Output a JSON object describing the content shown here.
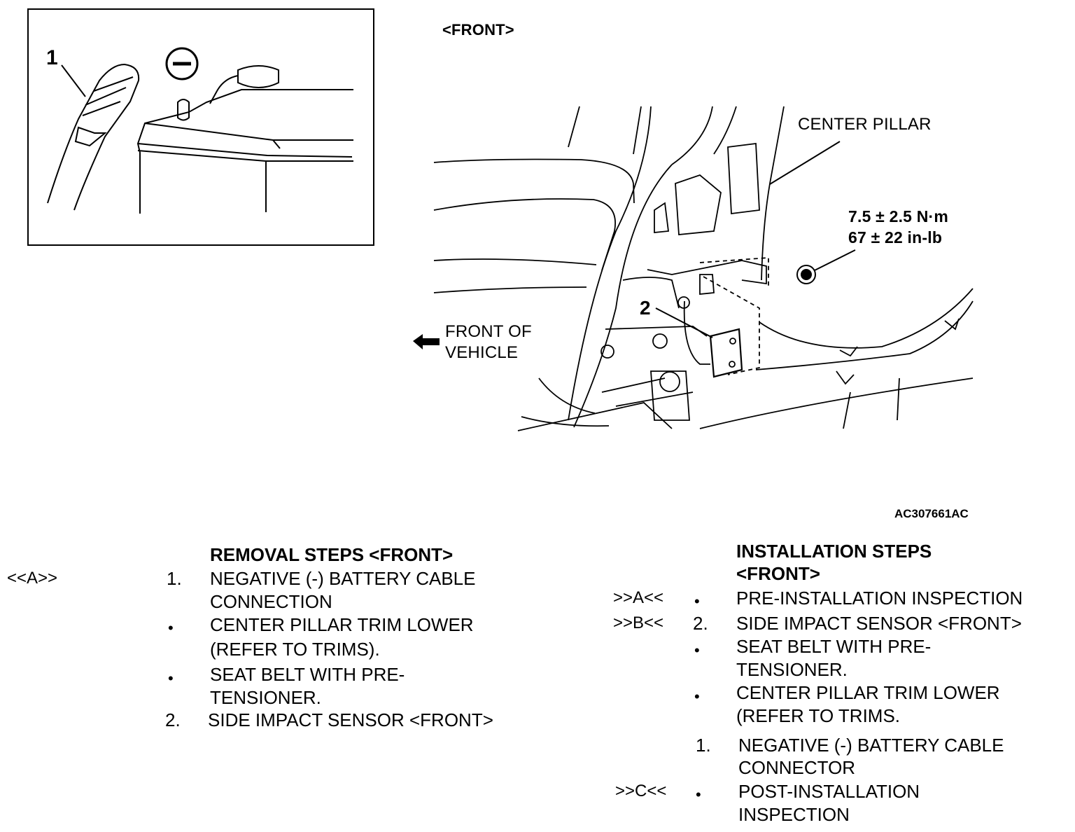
{
  "figure_id": "AC307661AC",
  "view_label": "<FRONT>",
  "inset": {
    "callout_number": "1",
    "symbol": "minus-circle-icon"
  },
  "diagram": {
    "center_pillar_label": "CENTER PILLAR",
    "torque_nm": "7.5 ± 2.5 N·m",
    "torque_inlb": "67 ± 22 in-lb",
    "callout_number": "2",
    "front_of_vehicle_line1": "FRONT OF",
    "front_of_vehicle_line2": "VEHICLE",
    "arrow_icon": "left-arrow-icon"
  },
  "removal": {
    "title": "REMOVAL STEPS <FRONT>",
    "code_a": "<<A>>",
    "steps": [
      {
        "marker": "1.",
        "line1": "NEGATIVE (-) BATTERY CABLE",
        "line2": "CONNECTION"
      },
      {
        "marker": "•",
        "line1": "CENTER PILLAR TRIM LOWER",
        "line2": "(REFER TO TRIMS)."
      },
      {
        "marker": "•",
        "line1": "SEAT BELT WITH PRE-",
        "line2": "TENSIONER."
      },
      {
        "marker": "2.",
        "line1": "SIDE IMPACT SENSOR <FRONT>"
      }
    ]
  },
  "installation": {
    "title_line1": "INSTALLATION STEPS",
    "title_line2": "<FRONT>",
    "steps": [
      {
        "code": ">>A<<",
        "marker": "•",
        "line1": "PRE-INSTALLATION INSPECTION"
      },
      {
        "code": ">>B<<",
        "marker": "2.",
        "line1": "SIDE IMPACT SENSOR <FRONT>"
      },
      {
        "marker": "•",
        "line1": "SEAT BELT WITH PRE-",
        "line2": "TENSIONER."
      },
      {
        "marker": "•",
        "line1": "CENTER PILLAR TRIM LOWER",
        "line2": "(REFER TO TRIMS."
      },
      {
        "marker": "1.",
        "line1": "NEGATIVE (-) BATTERY CABLE",
        "line2": "CONNECTOR"
      },
      {
        "code": ">>C<<",
        "marker": "•",
        "line1": "POST-INSTALLATION",
        "line2": "INSPECTION"
      }
    ]
  }
}
